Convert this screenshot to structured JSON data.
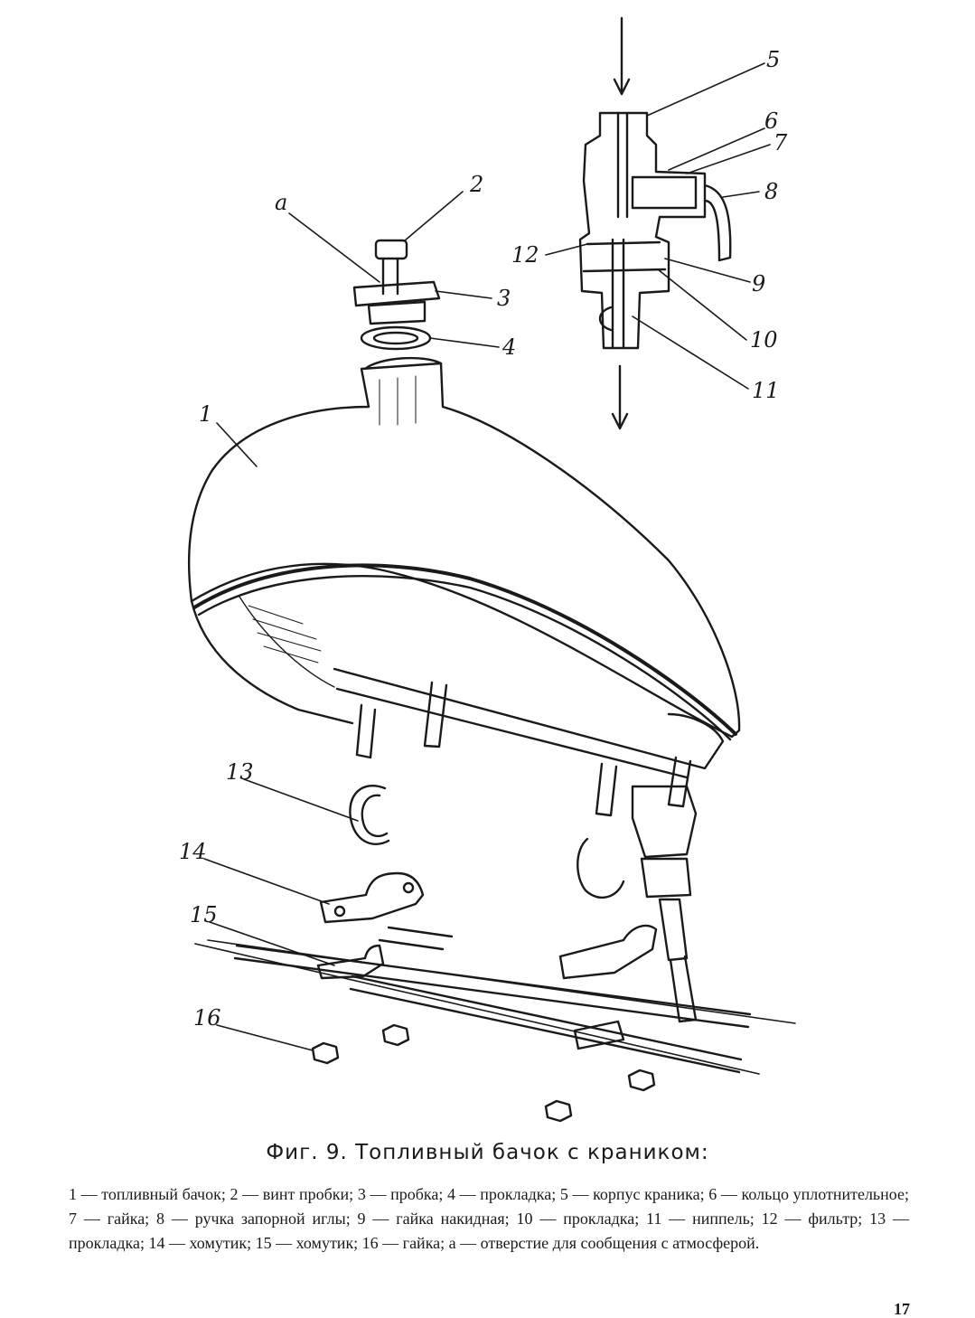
{
  "figure": {
    "callouts": {
      "c1": "1",
      "c2": "2",
      "c3": "3",
      "c4": "4",
      "c5": "5",
      "c6": "6",
      "c7": "7",
      "c8": "8",
      "c9": "9",
      "c10": "10",
      "c11": "11",
      "c12": "12",
      "c13": "13",
      "c14": "14",
      "c15": "15",
      "c16": "16",
      "ca": "a"
    }
  },
  "caption": "Фиг. 9. Топливный бачок с краником:",
  "legend": "1 — топливный бачок;  2 — винт пробки;  3 — пробка;  4 — прокладка;  5 — корпус краника;  6 — кольцо уплотнительное;  7 — гайка;  8 — ручка запорной иглы;  9 — гайка накидная;  10 — прокладка;  11 — ниппель;  12 — фильтр;  13 — прокладка;  14 — хомутик;  15 — хомутик;  16 — гайка;  а — отверстие для сообщения с атмосферой.",
  "page_number": "17"
}
